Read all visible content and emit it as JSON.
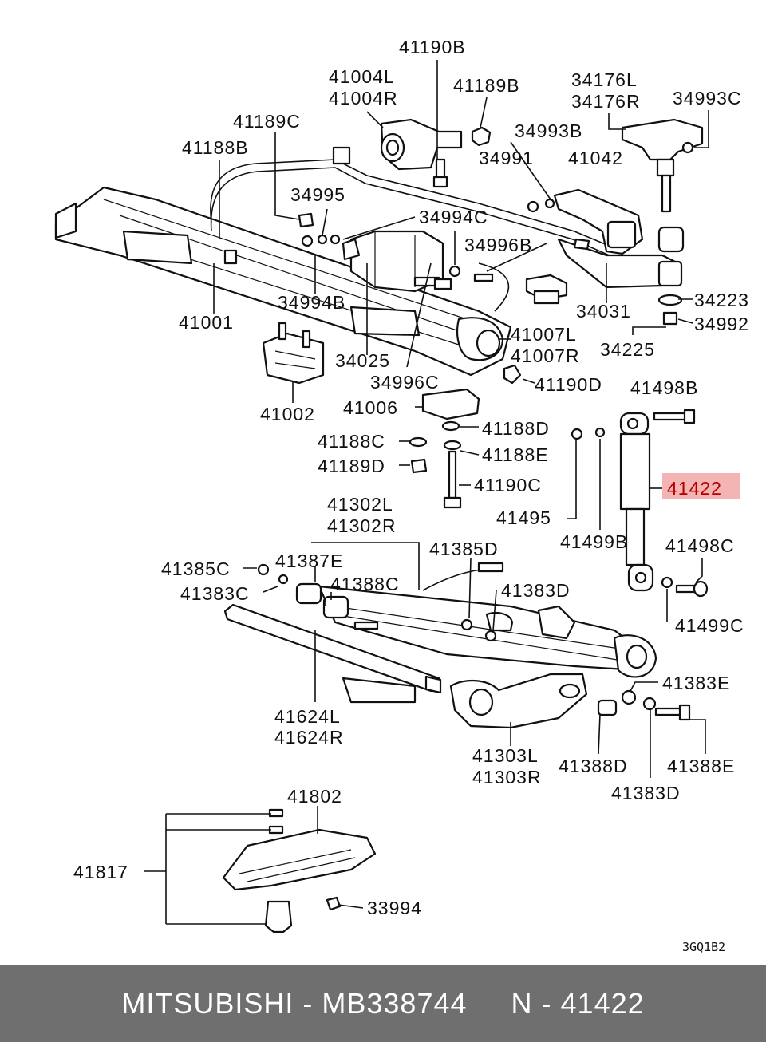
{
  "highlight_color": "#f4b4b4",
  "footer_bg": "#6f6f6f",
  "diagram_code": "3GQ1B2",
  "labels": {
    "l41190B": "41190B",
    "l41004L": "41004L",
    "l41004R": "41004R",
    "l41189B": "41189B",
    "l34176L": "34176L",
    "l34176R": "34176R",
    "l34993C": "34993C",
    "l41189C": "41189C",
    "l34993B": "34993B",
    "l41188B": "41188B",
    "l34991": "34991",
    "l41042": "41042",
    "l34995": "34995",
    "l34994C": "34994C",
    "l34996B": "34996B",
    "l34994B": "34994B",
    "l34223": "34223",
    "l34031": "34031",
    "l41001": "41001",
    "l34992": "34992",
    "l41007L": "41007L",
    "l34025": "34025",
    "l41007R": "41007R",
    "l34225": "34225",
    "l34996C": "34996C",
    "l41190D": "41190D",
    "l41002": "41002",
    "l41006": "41006",
    "l41498B": "41498B",
    "l41188D": "41188D",
    "l41188C": "41188C",
    "l41188E": "41188E",
    "l41189D": "41189D",
    "l41190C": "41190C",
    "l41422": "41422",
    "l41495": "41495",
    "l41302L": "41302L",
    "l41302R": "41302R",
    "l41499B": "41499B",
    "l41385D": "41385D",
    "l41498C": "41498C",
    "l41385C": "41385C",
    "l41387E": "41387E",
    "l41383C": "41383C",
    "l41388C": "41388C",
    "l41383D_top": "41383D",
    "l41499C": "41499C",
    "l41383E": "41383E",
    "l41624L": "41624L",
    "l41624R": "41624R",
    "l41303L": "41303L",
    "l41303R": "41303R",
    "l41388D": "41388D",
    "l41388E": "41388E",
    "l41383D_bot": "41383D",
    "l41802": "41802",
    "l41817": "41817",
    "l33994": "33994"
  },
  "footer": {
    "brand": "MITSUBISHI",
    "sep1": " - ",
    "part_number": "MB338744",
    "gap": "     ",
    "ref_prefix": "N",
    "sep2": " - ",
    "ref_number": "41422"
  }
}
